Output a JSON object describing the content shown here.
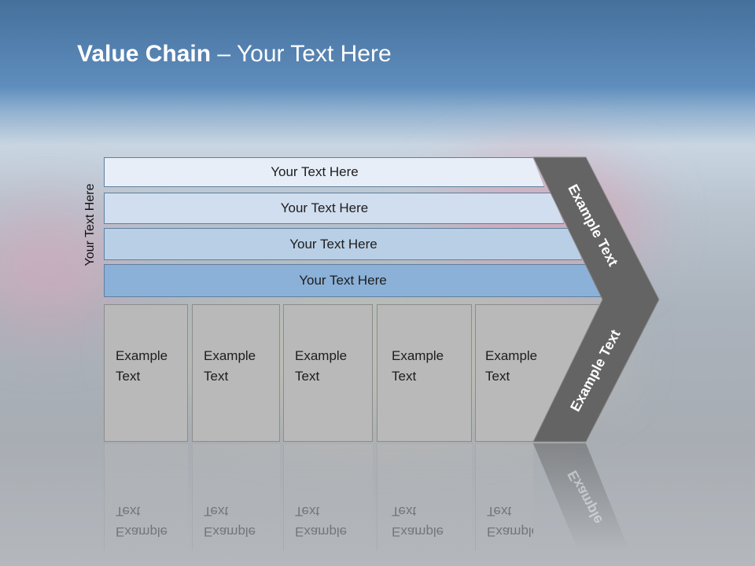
{
  "title": {
    "bold": "Value Chain",
    "rest": " – Your Text Here"
  },
  "side_label": "Your Text Here",
  "bars": [
    "Your Text Here",
    "Your Text Here",
    "Your Text Here",
    "Your Text Here"
  ],
  "columns": [
    "Example\nText",
    "Example\nText",
    "Example\nText",
    "Example\nText",
    "Example\nText"
  ],
  "chevron": {
    "upper": "Example Text",
    "lower": "Example Text",
    "reflection": "Example"
  },
  "colors": {
    "bar1": "#e7eef8",
    "bar2": "#d0deef",
    "bar3": "#b8cfe6",
    "bar4": "#8bb1d8",
    "chevron": "#646464"
  }
}
